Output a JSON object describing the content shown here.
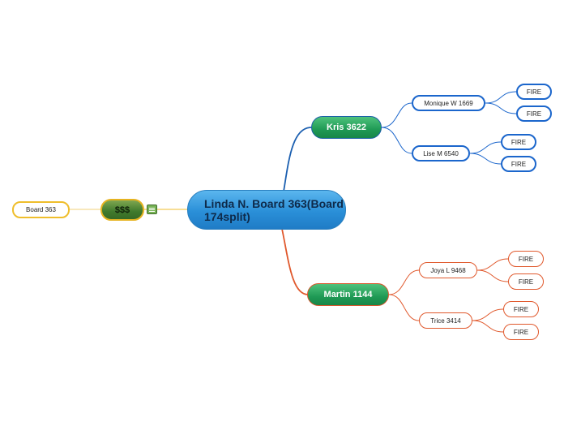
{
  "central": {
    "label": "Linda N. Board 363(Board 174split)"
  },
  "left_branch": {
    "label": "$$$",
    "note_icon": "note-icon",
    "child": "Board 363"
  },
  "branches": [
    {
      "label": "Kris 3622",
      "color": "#1a5fa8",
      "children": [
        {
          "label": "Monique W 1669",
          "children": [
            "FIRE",
            "FIRE"
          ]
        },
        {
          "label": "Lise M 6540",
          "children": [
            "FIRE",
            "FIRE"
          ]
        }
      ]
    },
    {
      "label": "Martin 1144",
      "color": "#e0582c",
      "children": [
        {
          "label": "Joya L 9468",
          "children": [
            "FIRE",
            "FIRE"
          ]
        },
        {
          "label": "Trice 3414",
          "children": [
            "FIRE",
            "FIRE"
          ]
        }
      ]
    }
  ],
  "colors": {
    "central_fill": "#2a8fd8",
    "main_topic_fill": "#1f9a55",
    "blue_branch": "#1b66cc",
    "red_branch": "#e0582c",
    "yellow_branch": "#efbe2c",
    "money_fill": "#3f7a2c"
  }
}
